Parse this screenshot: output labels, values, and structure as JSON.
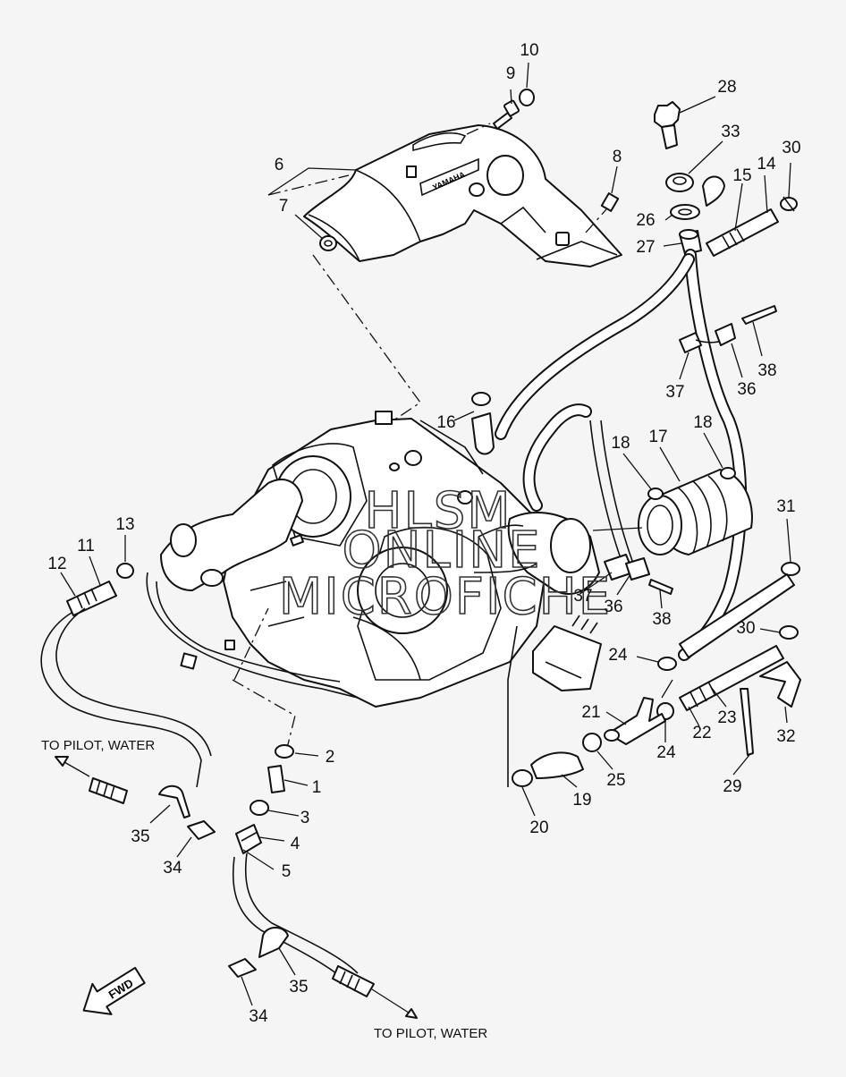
{
  "notes": {
    "pilot_water_top": "TO PILOT, WATER",
    "pilot_water_bottom": "TO PILOT, WATER",
    "fwd": "FWD",
    "cover_brand": "YAMAHA"
  },
  "watermark": {
    "line1": "HLSM",
    "line2": "ONLINE",
    "line3": "MICROFICHE"
  },
  "callouts": {
    "c10": "10",
    "c9": "9",
    "c28": "28",
    "c33": "33",
    "c30a": "30",
    "c14": "14",
    "c15": "15",
    "c8": "8",
    "c6": "6",
    "c7": "7",
    "c26": "26",
    "c27": "27",
    "c38a": "38",
    "c36a": "36",
    "c37a": "37",
    "c16": "16",
    "c18a": "18",
    "c18b": "18",
    "c17": "17",
    "c31": "31",
    "c13": "13",
    "c11": "11",
    "c12": "12",
    "c37b": "37",
    "c36b": "36",
    "c38b": "38",
    "c30b": "30",
    "c24a": "24",
    "c21": "21",
    "c23": "23",
    "c32": "32",
    "c22": "22",
    "c24b": "24",
    "c2": "2",
    "c1": "1",
    "c3": "3",
    "c25": "25",
    "c19": "19",
    "c29": "29",
    "c4": "4",
    "c5": "5",
    "c20": "20",
    "c35a": "35",
    "c34a": "34",
    "c35b": "35",
    "c34b": "34"
  }
}
